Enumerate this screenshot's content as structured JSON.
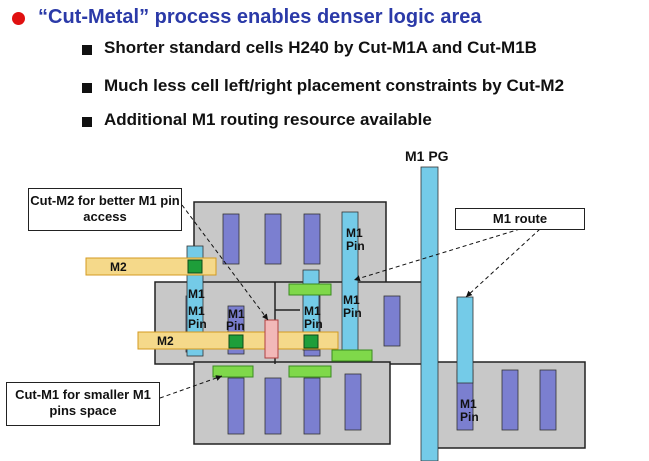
{
  "headline": "“Cut-Metal” process enables denser logic area",
  "bullets": [
    "Shorter standard cells H240 by Cut-M1A and Cut-M1B",
    "Much less cell left/right placement constraints by Cut-M2",
    "Additional M1 routing resource available"
  ],
  "labels": {
    "m1_pg": "M1 PG",
    "m2_left": "M2",
    "m2_mid": "M2",
    "m1": "M1",
    "pin": "Pin",
    "m1_pin_a_top": "M1",
    "m1_pin_a_bot": "Pin",
    "m1_pin_b_top": "M1",
    "m1_pin_b_bot": "Pin",
    "m1_stack_top": "M1",
    "m1_stack_mid": "M1",
    "m1_stack_bot": "Pin",
    "m1_pin_c_top": "M1",
    "m1_pin_c_bot": "Pin",
    "m1_pin_d_top": "M1",
    "m1_pin_d_bot": "Pin",
    "m1_pin_e_top": "M1",
    "m1_pin_e_bot": "Pin"
  },
  "callouts": {
    "cut_m2": "Cut-M2 for better M1 pin access",
    "m1_route": "M1 route",
    "cut_m1": "Cut-M1 for smaller M1 pins space"
  },
  "colors": {
    "headline": "#2b3aa8",
    "bullet_dot": "#e01010",
    "cell_fill": "#c8c8c8",
    "m1_fill": "#7b7fd0",
    "m1_route_fill": "#74cbe8",
    "m2_fill": "#f5d98a",
    "cut_m1_fill": "#7fd84a",
    "cut_m2_fill": "#f2b8b8",
    "via_fill": "#1e9e3a"
  }
}
